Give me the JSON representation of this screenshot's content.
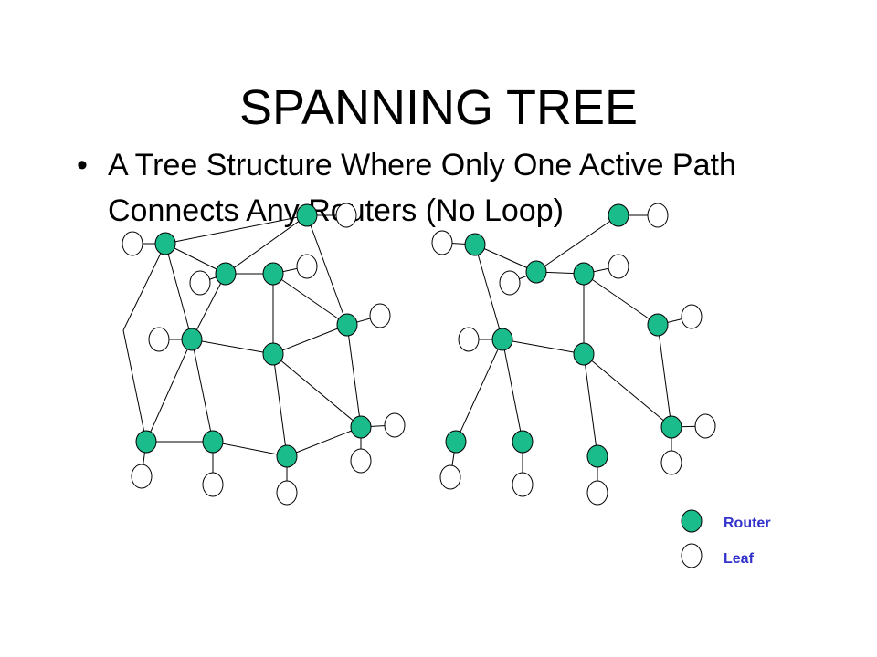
{
  "slide": {
    "title": "SPANNING TREE",
    "bullet_symbol": "•",
    "bullet_text": "A Tree Structure Where Only One Active Path Connects Any Routers (No Loop)"
  },
  "legend": {
    "router_label": "Router",
    "leaf_label": "Leaf",
    "router_color": "#1abc8c",
    "label_color": "#3333cc"
  },
  "colors": {
    "router_fill": "#1abc8c",
    "leaf_fill": "#ffffff",
    "stroke": "#000000"
  }
}
